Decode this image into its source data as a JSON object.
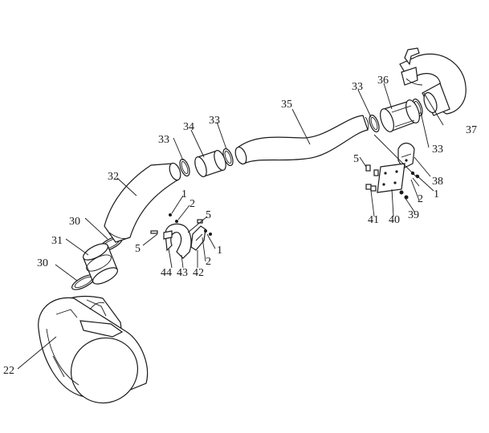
{
  "labels": {
    "p1a": "1",
    "p1b": "1",
    "p1c": "1",
    "p2a": "2",
    "p2b": "2",
    "p2c": "2",
    "p5a": "5",
    "p5b": "5",
    "p5c": "5",
    "p22": "22",
    "p30a": "30",
    "p30b": "30",
    "p31": "31",
    "p32": "32",
    "p33a": "33",
    "p33b": "33",
    "p33c": "33",
    "p33d": "33",
    "p34": "34",
    "p35": "35",
    "p36": "36",
    "p37": "37",
    "p38": "38",
    "p39": "39",
    "p40": "40",
    "p41": "41",
    "p42": "42",
    "p43": "43",
    "p44": "44"
  }
}
